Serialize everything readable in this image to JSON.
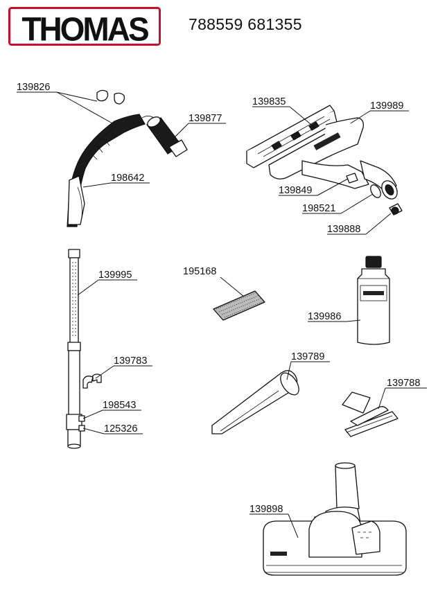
{
  "brand": {
    "logo_text": "THOMAS",
    "border_color": "#c8102e"
  },
  "header": {
    "model_numbers": "788559 681355"
  },
  "parts": {
    "p139826": "139826",
    "p139877": "139877",
    "p198642": "198642",
    "p139835": "139835",
    "p139989": "139989",
    "p139849": "139849",
    "p198521": "198521",
    "p139888": "139888",
    "p139995": "139995",
    "p195168": "195168",
    "p139986": "139986",
    "p139783": "139783",
    "p139789": "139789",
    "p139788": "139788",
    "p198543": "198543",
    "p125326": "125326",
    "p139898": "139898"
  }
}
